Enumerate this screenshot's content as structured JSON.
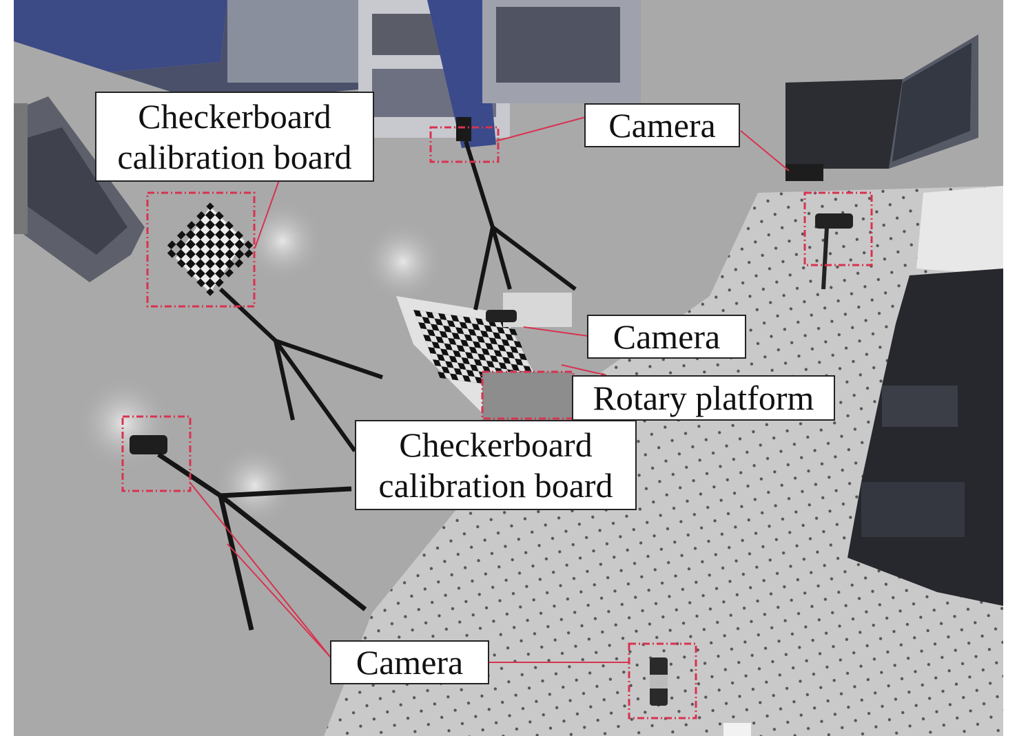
{
  "figure": {
    "colors": {
      "floor": "#a9a9a9",
      "optical_table": "#c9c9c9",
      "equipment_blue": "#3c4a86",
      "marker": "#d8324f",
      "label_bg": "#ffffff",
      "label_border": "#222222"
    },
    "labels": {
      "checkerboard_top": {
        "line1": "Checkerboard",
        "line2": "calibration board"
      },
      "camera_top": "Camera",
      "camera_middle": "Camera",
      "rotary_platform": "Rotary platform",
      "checkerboard_center": {
        "line1": "Checkerboard",
        "line2": "calibration board"
      },
      "camera_bottom": "Camera"
    }
  }
}
